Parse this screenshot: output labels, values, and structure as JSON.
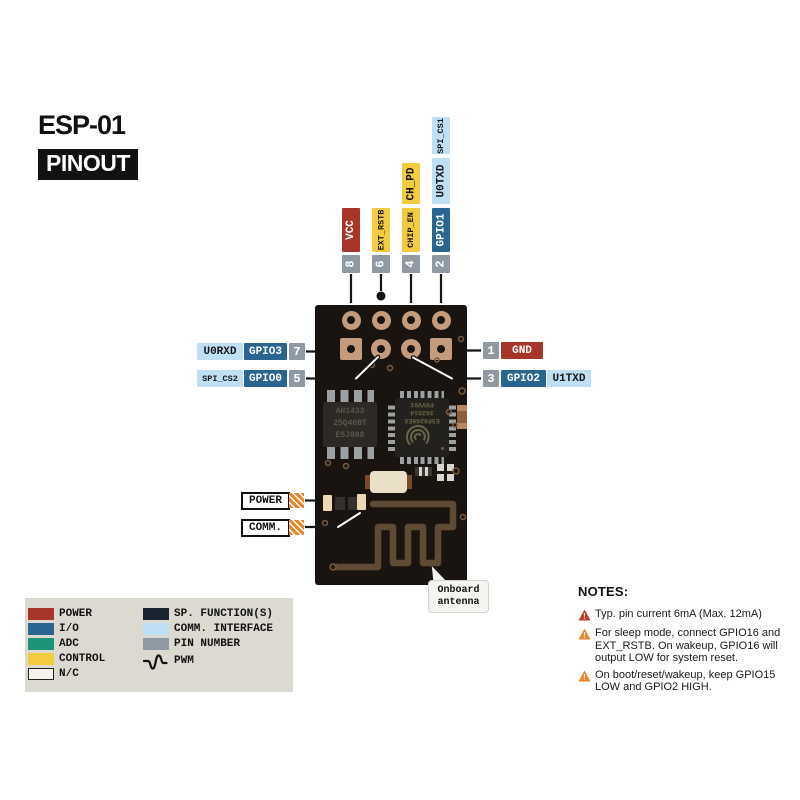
{
  "header": {
    "title": "ESP-01",
    "badge": "PINOUT"
  },
  "palette": {
    "power_red": "#a8352a",
    "io_blue": "#2a6491",
    "adc_green": "#1d9478",
    "control_yellow": "#f3cb3e",
    "nc_white": "#f5f3ec",
    "sp_function_dark": "#1a2430",
    "comm_light_blue": "#bfe0f4",
    "pin_gray": "#8e99a4",
    "pcb_dark": "#1a1411",
    "pad_copper": "#c49b7c",
    "antenna_copper": "#5f4a33",
    "led_orange": "#e8872b",
    "note_red": "#c2392b",
    "note_orange": "#e8872b"
  },
  "pins": {
    "top": [
      {
        "number": "8",
        "labels": [
          "VCC"
        ]
      },
      {
        "number": "6",
        "labels": [
          "EXT_RSTB"
        ]
      },
      {
        "number": "4",
        "labels": [
          "CHIP_EN",
          "CH_PD"
        ]
      },
      {
        "number": "2",
        "labels": [
          "GPIO1",
          "U0TXD",
          "SPI_CS1"
        ]
      }
    ],
    "left": [
      {
        "number": "7",
        "labels": [
          "U0RXD",
          "GPIO3"
        ]
      },
      {
        "number": "5",
        "labels": [
          "SPI_CS2",
          "GPIO0"
        ]
      }
    ],
    "right": [
      {
        "number": "1",
        "labels": [
          "GND"
        ]
      },
      {
        "number": "3",
        "labels": [
          "GPIO2",
          "U1TXD"
        ]
      }
    ]
  },
  "board": {
    "flash_chip": {
      "line1": "AH1433",
      "line2": "25Q40BT",
      "line3": "E5J808"
    },
    "esp_chip": {
      "line1": "ESP8266EX",
      "line2": "302014",
      "line3": "P0VV01"
    },
    "power_led_label": "POWER",
    "comm_led_label": "COMM.",
    "antenna_callout_line1": "Onboard",
    "antenna_callout_line2": "antenna"
  },
  "legend": {
    "left": [
      {
        "label": "POWER"
      },
      {
        "label": "I/O"
      },
      {
        "label": "ADC"
      },
      {
        "label": "CONTROL"
      },
      {
        "label": "N/C"
      }
    ],
    "right": [
      {
        "label": "SP. FUNCTION(S)"
      },
      {
        "label": "COMM. INTERFACE"
      },
      {
        "label": "PIN NUMBER"
      },
      {
        "label": "PWM"
      }
    ]
  },
  "notes": {
    "heading": "NOTES:",
    "items": [
      {
        "severity": "red",
        "text": "Typ. pin current 6mA (Max. 12mA)"
      },
      {
        "severity": "orange",
        "text": "For sleep mode, connect GPIO16 and EXT_RSTB. On wakeup, GPIO16 will output LOW for system reset."
      },
      {
        "severity": "orange",
        "text": "On boot/reset/wakeup, keep GPIO15 LOW and GPIO2 HIGH."
      }
    ]
  }
}
